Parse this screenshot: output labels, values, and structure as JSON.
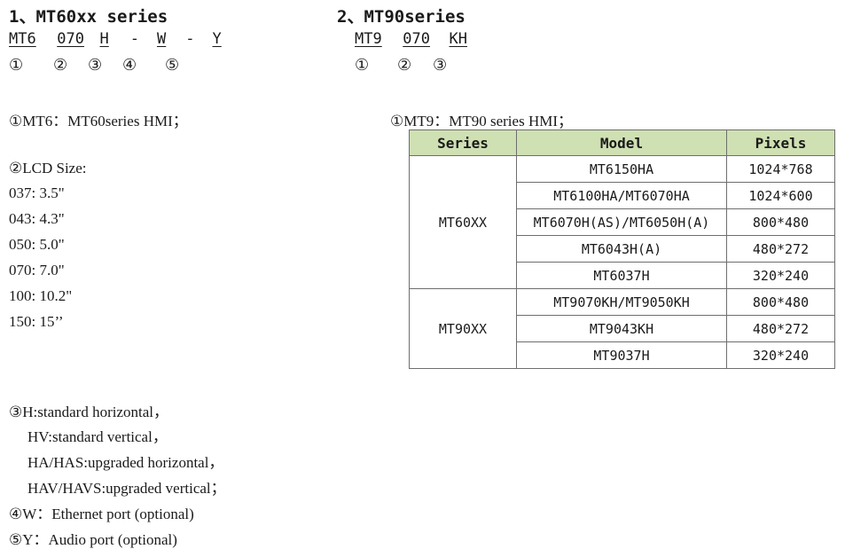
{
  "section1": {
    "title": "1、MT60xx series",
    "code_parts": [
      "MT6",
      "070",
      "H",
      "-",
      "W",
      "-",
      "Y"
    ],
    "markers": [
      "①",
      "②",
      "③",
      "④",
      "⑤"
    ],
    "desc_series": "①MT6：MT60series HMI；",
    "lcd_title": "②LCD Size:",
    "lcd_sizes": [
      "037: 3.5\"",
      "043: 4.3\"",
      "050: 5.0\"",
      "070: 7.0\"",
      "100: 10.2\"",
      "150: 15’’"
    ],
    "orientation": [
      "③H:standard horizontal，",
      "HV:standard vertical，",
      "HA/HAS:upgraded horizontal，",
      "HAV/HAVS:upgraded vertical；"
    ],
    "ethernet": "④W：Ethernet port (optional)",
    "audio": "⑤Y：Audio port (optional)"
  },
  "section2": {
    "title": "2、MT90series",
    "code_parts": [
      "MT9",
      "070",
      "KH"
    ],
    "markers": [
      "①",
      "②",
      "③"
    ],
    "desc_series": "①MT9：MT90 series HMI；"
  },
  "table": {
    "headers": [
      "Series",
      "Model",
      "Pixels"
    ],
    "groups": [
      {
        "series": "MT60XX",
        "rows": [
          {
            "model": "MT6150HA",
            "pixels": "1024*768"
          },
          {
            "model": "MT6100HA/MT6070HA",
            "pixels": "1024*600"
          },
          {
            "model": "MT6070H(AS)/MT6050H(A)",
            "pixels": "800*480"
          },
          {
            "model": "MT6043H(A)",
            "pixels": "480*272"
          },
          {
            "model": "MT6037H",
            "pixels": "320*240"
          }
        ]
      },
      {
        "series": "MT90XX",
        "rows": [
          {
            "model": "MT9070KH/MT9050KH",
            "pixels": "800*480"
          },
          {
            "model": "MT9043KH",
            "pixels": "480*272"
          },
          {
            "model": "MT9037H",
            "pixels": "320*240"
          }
        ]
      }
    ]
  }
}
